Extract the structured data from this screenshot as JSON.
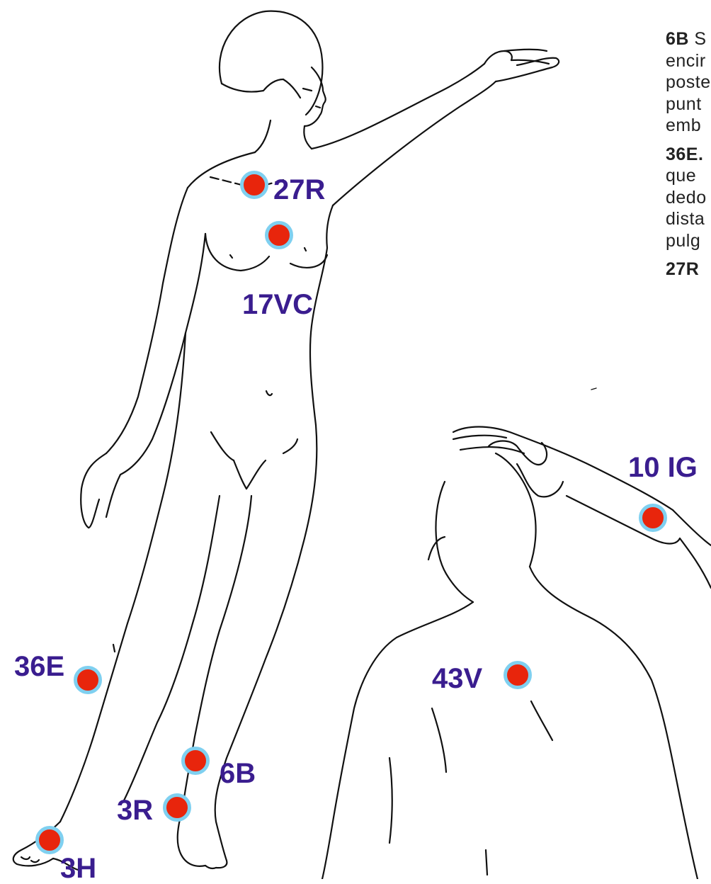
{
  "colors": {
    "label": "#3a1d8f",
    "dot_fill": "#e8250c",
    "dot_ring": "#7fd0f0",
    "outline": "#111111"
  },
  "points": {
    "p27R": "27R",
    "p17VC": "17VC",
    "p10IG": "10 IG",
    "p36E": "36E",
    "p43V": "43V",
    "p6B": "6B",
    "p3R": "3R",
    "p3H": "3H"
  },
  "side_text": {
    "p1_bold": "6B",
    "p1_lines": [
      "S",
      "encir",
      "poste",
      "punt",
      "emb"
    ],
    "p2_bold": "36E.",
    "p2_lines": [
      "que",
      "dedo",
      "dista",
      "pulg"
    ],
    "p3_bold": "27R"
  }
}
